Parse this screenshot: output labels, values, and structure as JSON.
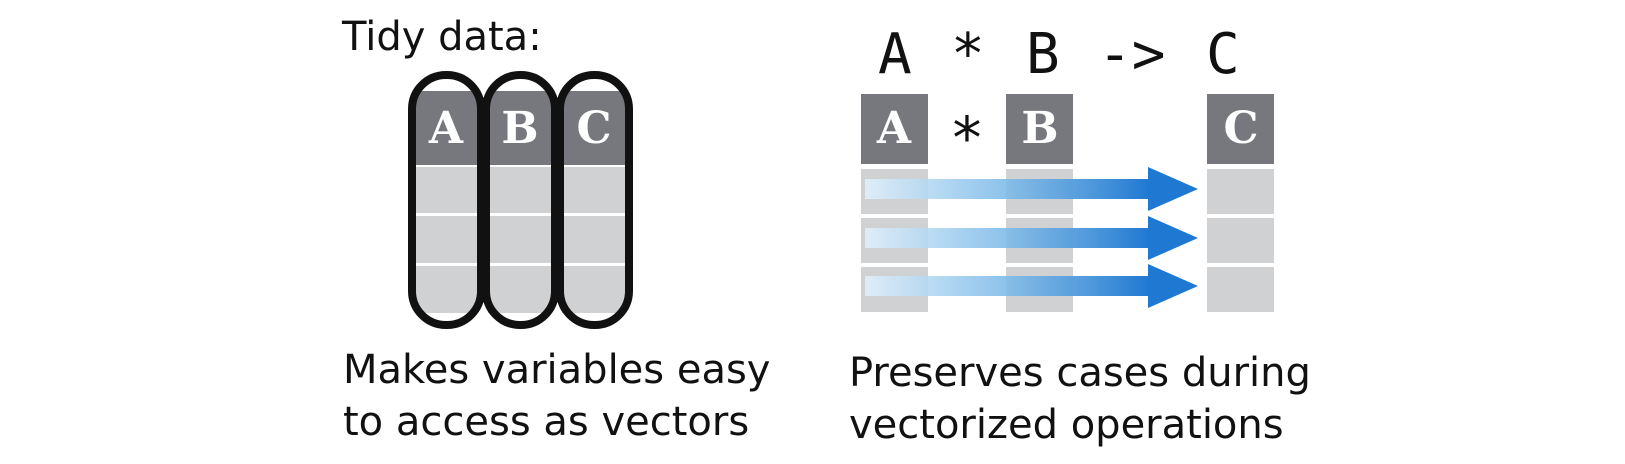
{
  "left": {
    "title": "Tidy data:",
    "columns": [
      "A",
      "B",
      "C"
    ],
    "rows": 3,
    "caption_line1": "Makes variables easy",
    "caption_line2": "to access as vectors"
  },
  "right": {
    "formula": [
      "A",
      "*",
      "B",
      "->",
      "C"
    ],
    "operands": [
      "A",
      "B"
    ],
    "operator": "*",
    "result": "C",
    "rows": 3,
    "caption_line1": "Preserves cases during",
    "caption_line2": "vectorized operations"
  },
  "colors": {
    "header_gray": "#76787d",
    "cell_gray": "#d0d1d3",
    "outline": "#111111",
    "arrow_blue": "#1f78d1",
    "arrow_light": "#dff0fb"
  }
}
